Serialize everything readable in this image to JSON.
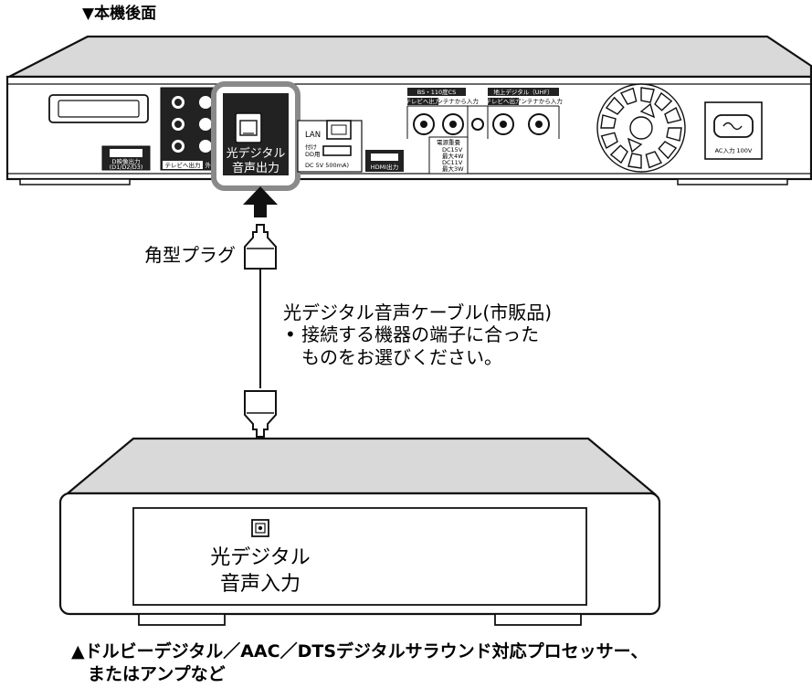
{
  "header": {
    "rear_view_label": "▼本機後面"
  },
  "recorder": {
    "optical_port_label_line1": "光デジタル",
    "optical_port_label_line2": "音声出力",
    "d_output_line1": "D映像出力",
    "d_output_line2": "(D1/D2/D3)",
    "tv_out_short": "テレビへ出力",
    "external_in_short": "外部",
    "lan_label": "LAN",
    "usb_line1": "付け",
    "usb_line2": "DD用",
    "usb_spec": "DC 5V 500mA)",
    "hdmi_label": "HDMI出力",
    "bs_cs_label": "BS・110度CS",
    "terrestrial_label": "地上デジタル（UHF）",
    "tv_out_label": "テレビへ出力",
    "antenna_in_label": "アンテナから入力",
    "power_supply_label": "電源重畳",
    "dc15v": "DC15V",
    "max4w": "最大4W",
    "dc11v": "DC11V",
    "max3w": "最大3W",
    "ac_label": "AC入力 100V"
  },
  "cable": {
    "plug_label": "角型プラグ",
    "cable_name": "光デジタル音声ケーブル(市販品)",
    "note_line1": "• 接続する機器の端子に合った",
    "note_line2": "ものをお選びください。"
  },
  "device": {
    "input_label_line1": "光デジタル",
    "input_label_line2": "音声入力"
  },
  "footer": {
    "line1": "▲ドルビーデジタル／AAC／DTSデジタルサラウンド対応プロセッサー、",
    "line2": "またはアンプなど"
  }
}
